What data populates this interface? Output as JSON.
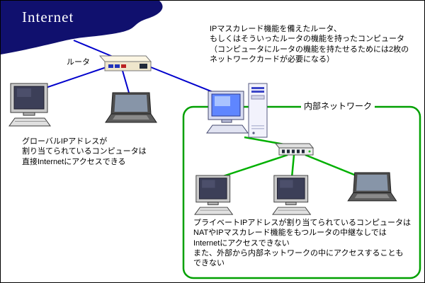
{
  "internet": {
    "title": "Internet"
  },
  "router": {
    "label": "ルータ"
  },
  "internal_network": {
    "label": "内部ネットワーク"
  },
  "notes": {
    "router_note": "IPマスカレード機能を備えたルータ、\nもしくはそういったルータの機能を持ったコンピュータ\n（コンピュータにルータの機能を持たせるためには2枚の\nネットワークカードが必要になる）",
    "global_ip_note": "グローバルIPアドレスが\n割り当てられているコンピュータは\n直接Internetにアクセスできる",
    "private_ip_note": "プライベートIPアドレスが割り当てられているコンピュータは\nNATやIPマスカレード機能をもつルータの中継なしでは\nInternetにアクセスできない\nまた、外部から内部ネットワークの中にアクセスすることも\nできない"
  },
  "colors": {
    "internet_blob": "#10106e",
    "external_link": "#0000cc",
    "internal_link": "#00b000",
    "network_box_border": "#00a000",
    "title_text": "#ffffff"
  },
  "icons": {
    "internet-cloud": "navy swoosh blob",
    "router-icon": "beige 3d router box with ports",
    "desktop-pc-icon": "crt monitor with keyboard",
    "laptop-icon": "dark gray laptop",
    "gateway-computer-icon": "monitor with blue screen plus tower with two network cards",
    "hub-icon": "flat gray hub with ports"
  }
}
